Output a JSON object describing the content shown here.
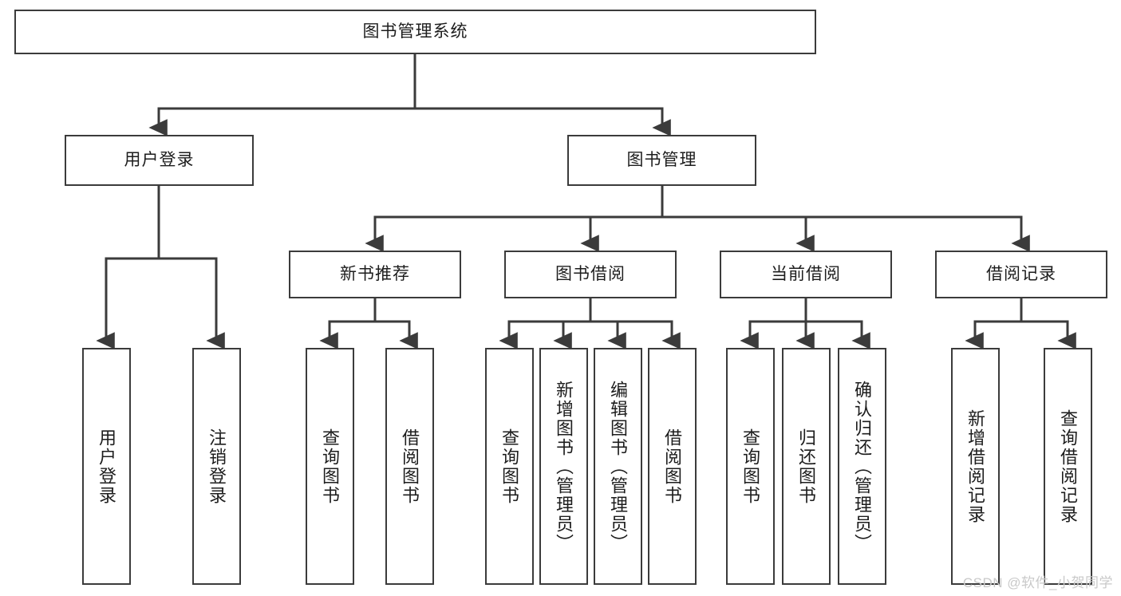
{
  "diagram": {
    "title": "图书管理系统",
    "type": "tree",
    "colors": {
      "node_border": "#3b3b3b",
      "node_fill": "#ffffff",
      "edge": "#3b3b3b",
      "text": "#1d1d1d",
      "watermark": "#c9c9c9",
      "background": "#ffffff"
    },
    "watermark": "CSDN @软件_小贺同学"
  },
  "nodes": {
    "root": {
      "label": "图书管理系统"
    },
    "level1": [
      {
        "label": "用户登录"
      },
      {
        "label": "图书管理"
      }
    ],
    "level2": [
      {
        "label": "新书推荐"
      },
      {
        "label": "图书借阅"
      },
      {
        "label": "当前借阅"
      },
      {
        "label": "借阅记录"
      }
    ],
    "leaves_login": [
      {
        "label": "用户登录"
      },
      {
        "label": "注销登录"
      }
    ],
    "leaves_newbook": [
      {
        "label": "查询图书"
      },
      {
        "label": "借阅图书"
      }
    ],
    "leaves_borrow": [
      {
        "label": "查询图书"
      },
      {
        "label": "新增图书（管理员）"
      },
      {
        "label": "编辑图书（管理员）"
      },
      {
        "label": "借阅图书"
      }
    ],
    "leaves_current": [
      {
        "label": "查询图书"
      },
      {
        "label": "归还图书"
      },
      {
        "label": "确认归还（管理员）"
      }
    ],
    "leaves_record": [
      {
        "label": "新增借阅记录"
      },
      {
        "label": "查询借阅记录"
      }
    ]
  }
}
